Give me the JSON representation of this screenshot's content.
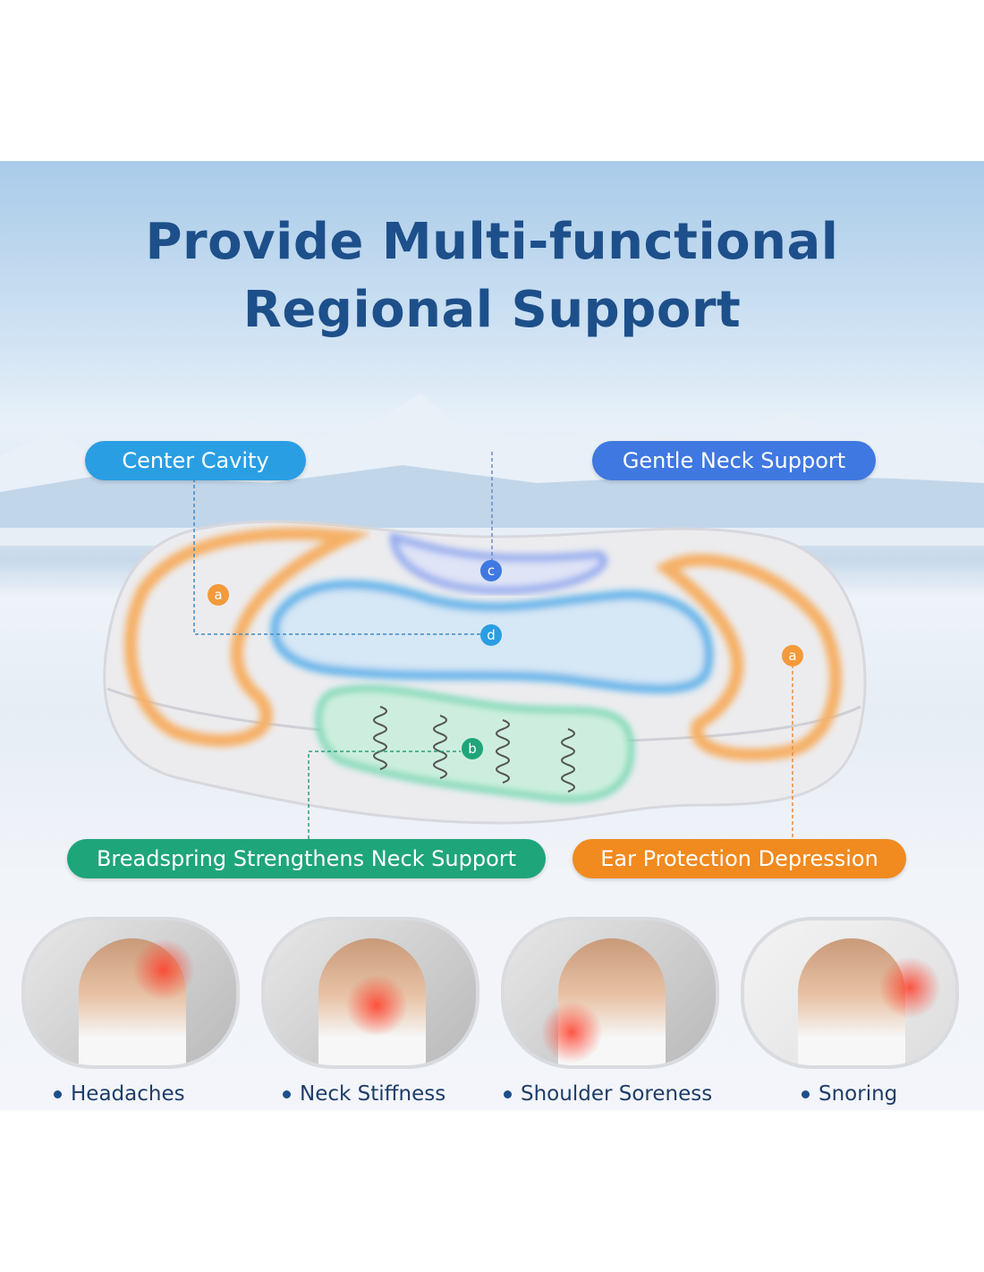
{
  "title": {
    "line1": "Provide Multi-functional",
    "line2": "Regional Support"
  },
  "labels": {
    "center_cavity": "Center Cavity",
    "gentle_neck": "Gentle Neck Support",
    "breadspring": "Breadspring Strengthens Neck Support",
    "ear_protection": "Ear Protection Depression"
  },
  "markers": {
    "a": "a",
    "b": "b",
    "c": "c",
    "d": "d"
  },
  "colors": {
    "title": "#1d4f8a",
    "center_cavity": "#2a9ee3",
    "gentle_neck": "#3f78e0",
    "breadspring": "#1fa57a",
    "ear_protection": "#f18a1f"
  },
  "conditions": [
    {
      "label": "Headaches"
    },
    {
      "label": "Neck Stiffness"
    },
    {
      "label": "Shoulder Soreness"
    },
    {
      "label": "Snoring"
    }
  ]
}
